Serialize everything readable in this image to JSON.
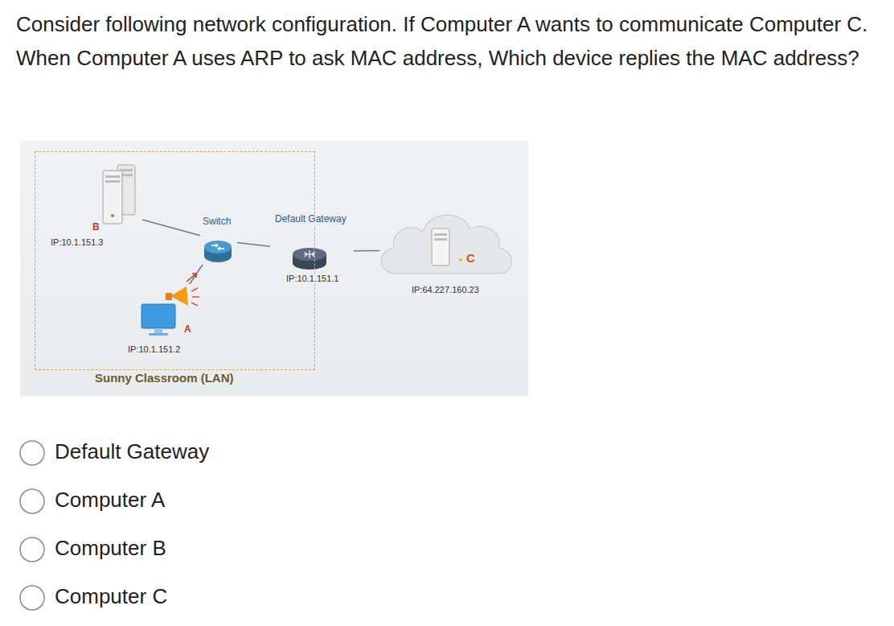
{
  "diagram": {
    "title": "Consider following network configuration. If Computer A wants to communicate Computer C. When Computer A uses ARP to ask MAC address, Which device replies the MAC address?",
    "nodes": [
      {
        "text": [
          "Sunny Classroom (LAN)"
        ]
      },
      {
        "text": [
          "B",
          "IP:10.1.151.3"
        ],
        "in": 0
      },
      {
        "text": [
          "Switch"
        ],
        "in": 0
      },
      {
        "text": [
          "A",
          "IP:10.1.151.2"
        ],
        "in": 0
      },
      {
        "text": [
          "Default Gateway",
          "IP:10.1.151.1"
        ]
      },
      {
        "text": [
          "C",
          "IP:64.227.160.23"
        ]
      }
    ],
    "edges": [
      {
        "from": 1,
        "to": 2,
        "arrow": "none"
      },
      {
        "from": 3,
        "to": 2,
        "arrow": "none"
      },
      {
        "from": 2,
        "to": 4,
        "arrow": "none"
      },
      {
        "from": 4,
        "to": 5,
        "arrow": "none"
      }
    ],
    "labels": [
      "Default Gateway",
      "Computer A",
      "Computer B",
      "Computer C"
    ]
  }
}
